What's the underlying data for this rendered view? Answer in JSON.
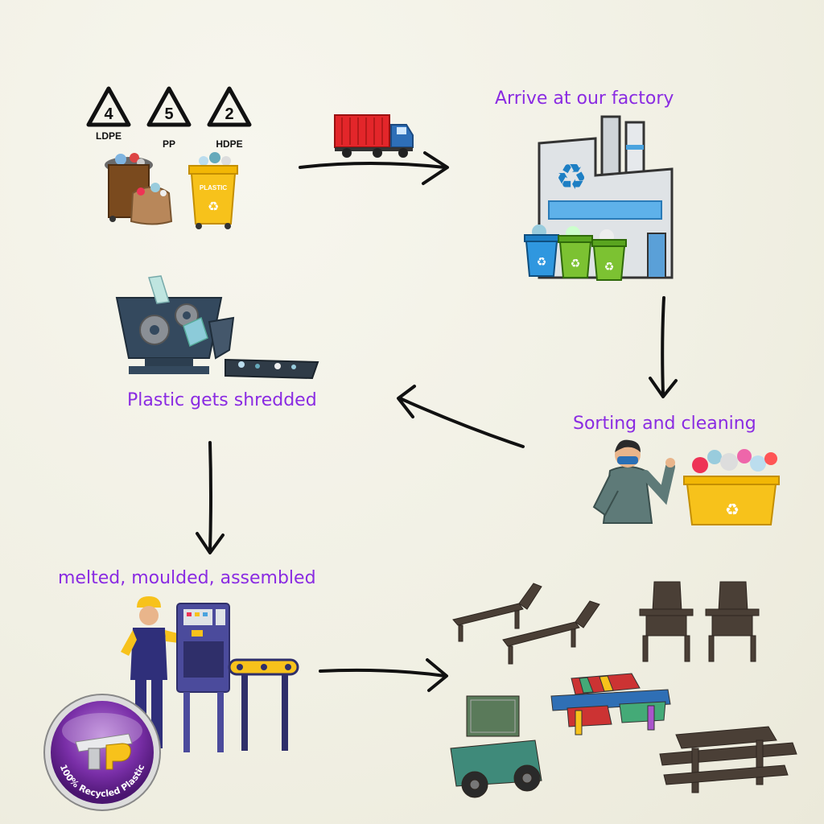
{
  "steps": {
    "collect": {
      "codes": [
        {
          "number": "4",
          "label": "LDPE"
        },
        {
          "number": "5",
          "label": "PP"
        },
        {
          "number": "2",
          "label": "HDPE"
        }
      ],
      "bin_label": "PLASTIC"
    },
    "arrive": {
      "label": "Arrive at our factory"
    },
    "sorting": {
      "label": "Sorting and cleaning"
    },
    "shredded": {
      "label": "Plastic gets shredded"
    },
    "melted": {
      "label": "melted, moulded, assembled"
    }
  },
  "badge": {
    "text": "100% Recycled Plastic"
  },
  "colors": {
    "label_purple": "#8a2be2",
    "background": "#f1f0e4",
    "arrow": "#111111"
  }
}
